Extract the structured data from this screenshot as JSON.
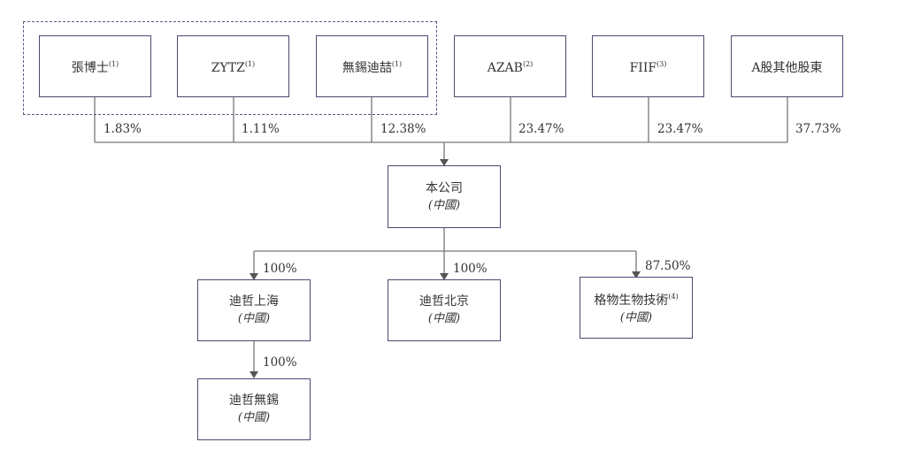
{
  "shareholders": [
    {
      "name": "張博士",
      "note": "(1)",
      "pct": "1.83%"
    },
    {
      "name": "ZYTZ",
      "note": "(1)",
      "pct": "1.11%"
    },
    {
      "name": "無錫迪喆",
      "note": "(1)",
      "pct": "12.38%"
    },
    {
      "name": "AZAB",
      "note": "(2)",
      "pct": "23.47%"
    },
    {
      "name": "FIIF",
      "note": "(3)",
      "pct": "23.47%"
    },
    {
      "name": "A股其他股東",
      "note": "",
      "pct": "37.73%"
    }
  ],
  "company": {
    "name": "本公司",
    "location": "(中國)"
  },
  "subsidiaries": [
    {
      "name": "迪哲上海",
      "note": "",
      "location": "(中國)",
      "pct": "100%"
    },
    {
      "name": "迪哲北京",
      "note": "",
      "location": "(中國)",
      "pct": "100%"
    },
    {
      "name": "格物生物技術",
      "note": "(4)",
      "location": "(中國)",
      "pct": "87.50%"
    }
  ],
  "sub_subsidiary": {
    "name": "迪哲無錫",
    "location": "(中國)",
    "pct": "100%"
  }
}
